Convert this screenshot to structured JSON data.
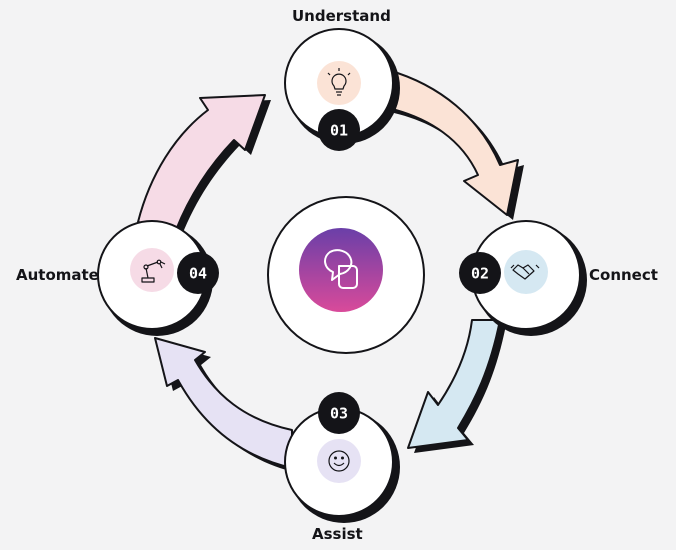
{
  "colors": {
    "background": "#f3f3f4",
    "ink": "#141418",
    "arrow_understand_connect": "#fbe3d6",
    "arrow_connect_assist": "#d5e8f2",
    "arrow_assist_automate": "#e6e2f4",
    "arrow_automate_understand": "#f6dbe6",
    "center_gradient_start": "#6a3fa8",
    "center_gradient_end": "#d94a9a"
  },
  "center": {
    "icon": "chat-bubbles-icon"
  },
  "steps": [
    {
      "number": "01",
      "label": "Understand",
      "icon": "lightbulb-icon",
      "icon_bg": "#fbe3d6"
    },
    {
      "number": "02",
      "label": "Connect",
      "icon": "handshake-icon",
      "icon_bg": "#d5e8f2"
    },
    {
      "number": "03",
      "label": "Assist",
      "icon": "smiley-icon",
      "icon_bg": "#e6e2f4"
    },
    {
      "number": "04",
      "label": "Automate",
      "icon": "robot-arm-icon",
      "icon_bg": "#f6dbe6"
    }
  ]
}
